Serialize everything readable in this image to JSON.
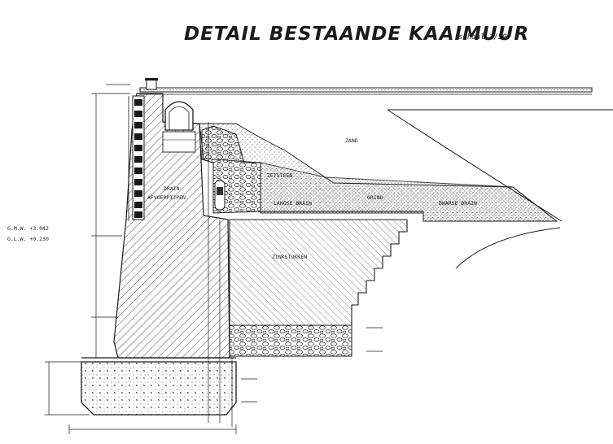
{
  "title": "DETAIL BESTAANDE KAAIMUUR",
  "scale": "schaal 1/50",
  "labels": {
    "zand": "ZAND",
    "zetsteen": "ZETSTEEN",
    "grind": "GRIND",
    "drain": "DRAIN",
    "afvoerpijpen": "AFVOERPIJPEN",
    "langse_drain": "LANGSE DRAIN",
    "dwarse_drain": "DWARSE DRAIN",
    "zinkstukken": "ZINKSTUKKEN"
  },
  "water_levels": {
    "gmw": "G.M.W. +3.042",
    "glw": "G.L.W. +0.230"
  },
  "colors": {
    "ink": "#1a1a1a",
    "paper": "#ffffff"
  }
}
